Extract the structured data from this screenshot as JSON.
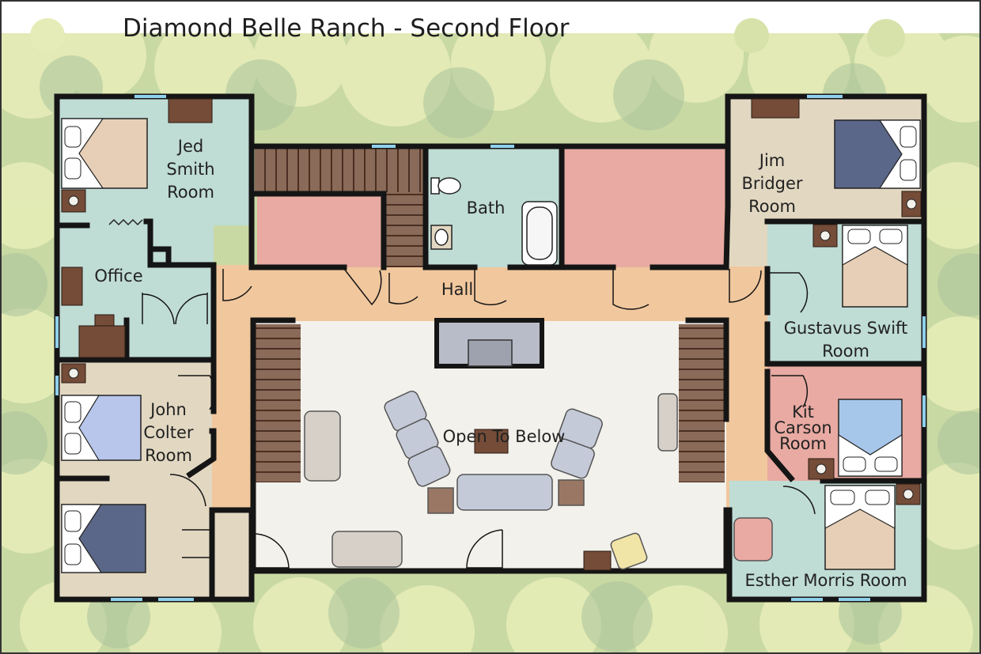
{
  "title": "Diamond Belle Ranch - Second Floor",
  "rooms": {
    "jed_smith": "Jed Smith Room",
    "office": "Office",
    "john_colter": "John Colter Room",
    "bath": "Bath",
    "hall": "Hall",
    "open_to_below": "Open To Below",
    "jim_bridger": "Jim Bridger Room",
    "gustavus_swift": "Gustavus Swift Room",
    "kit_carson": "Kit Carson Room",
    "esther_morris": "Esther Morris Room"
  },
  "colors": {
    "teal_room": "#bfdcd5",
    "beige_room": "#e2d8c2",
    "pink_room": "#e8aaa2",
    "hall": "#f1c79d",
    "open_area": "#f2f1ec",
    "wall": "#151515",
    "wood": "#744c38",
    "tree_light": "#e4ebb6",
    "tree_dark": "#a9c39b"
  }
}
